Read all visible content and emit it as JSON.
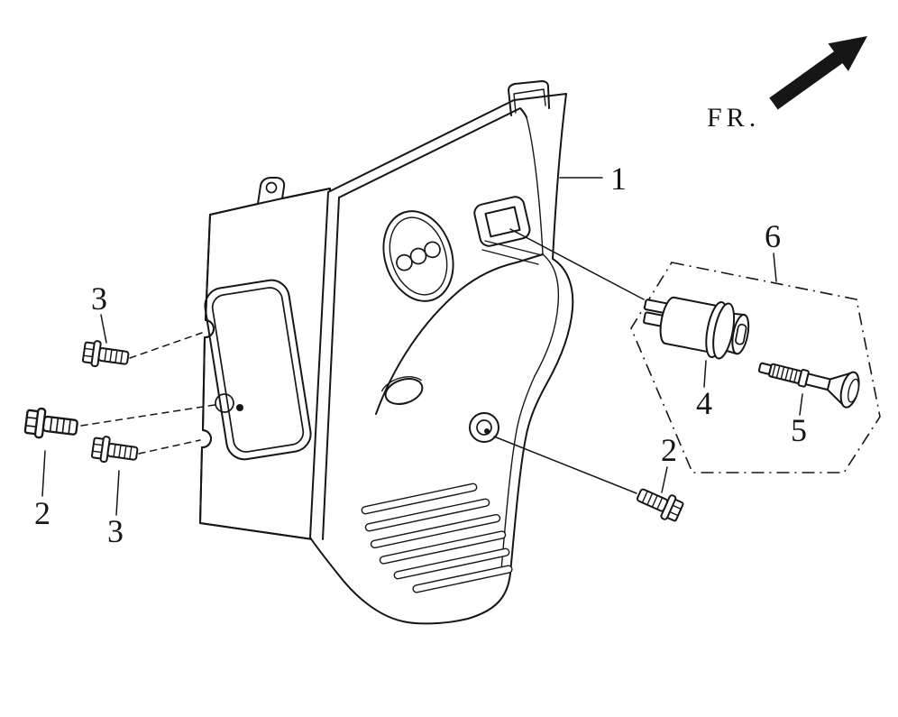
{
  "colors": {
    "ink": "#161616",
    "background": "#ffffff"
  },
  "direction_indicator": {
    "label": "FR."
  },
  "callouts": [
    {
      "part": "side-cover-panel",
      "label": "1"
    },
    {
      "part": "bolt-top-left",
      "label": "3"
    },
    {
      "part": "bolt-left",
      "label": "2"
    },
    {
      "part": "bolt-mid-left",
      "label": "3"
    },
    {
      "part": "bolt-bottom-right",
      "label": "2"
    },
    {
      "part": "ignition-switch-body",
      "label": "4"
    },
    {
      "part": "switch-key-rod",
      "label": "5"
    },
    {
      "part": "switch-assembly-group",
      "label": "6"
    }
  ]
}
